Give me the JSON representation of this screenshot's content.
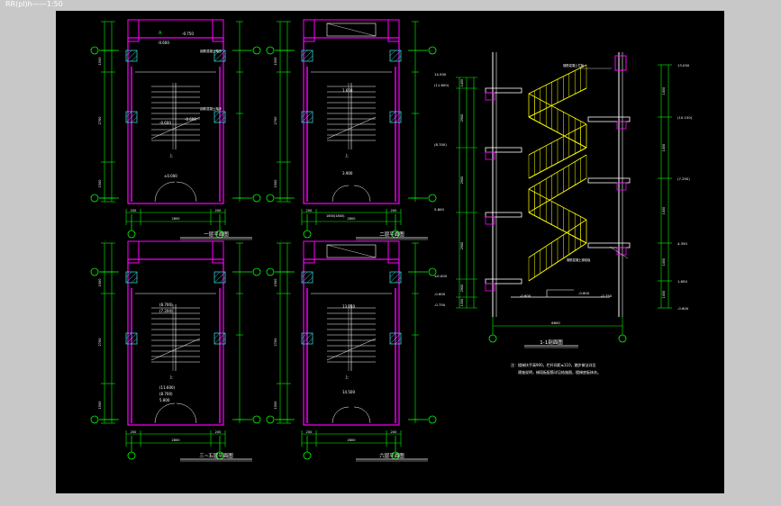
{
  "window": {
    "title": "RR(pl)h——1:50"
  },
  "colors": {
    "background": "#000000",
    "frame_bg": "#c8c8c8",
    "wall": "#ff00ff",
    "axis": "#00ff00",
    "dim": "#00ffff",
    "stair": "#ffff00",
    "text": "#ffffff",
    "hatch": "#33cccc"
  },
  "plans": {
    "p1": {
      "caption": "一层平面图",
      "elev_a": "-0.750",
      "elev_b": "-0.600",
      "elev_c": "-0.600",
      "elev_d": "±0.000",
      "elev_top": "-0.600",
      "axis_tag": "A",
      "dims": [
        "200",
        "2800",
        "200"
      ],
      "dims_v": [
        "1500",
        "2700",
        "1500"
      ],
      "note": "钢筋混凝土踏步"
    },
    "p2": {
      "caption": "二层平面图",
      "elev_a": "1.650",
      "elev_b": "3.900",
      "dims": [
        "200",
        "2800",
        "200"
      ],
      "dims_v": [
        "1500",
        "2700",
        "1500"
      ],
      "note_dim": "1650(1800)"
    },
    "p3": {
      "caption": "三~五层平面图",
      "elev_a": "(8.700)",
      "elev_a2": "(7.200)",
      "elev_b": "(11.600)",
      "elev_b2": "(8.700)",
      "elev_b3": "5.800",
      "dims": [
        "200",
        "2800",
        "200"
      ],
      "dims_v": [
        "1500",
        "2700",
        "1500"
      ]
    },
    "p4": {
      "caption": "六层平面图",
      "elev_a": "13.050",
      "elev_b": "14.500",
      "dims": [
        "200",
        "2800",
        "200"
      ],
      "dims_v": [
        "1500",
        "2700",
        "1500"
      ]
    }
  },
  "section": {
    "caption": "1-1剖面图",
    "levels_left": [
      "14.500",
      "(11.600)",
      "(8.700)",
      "5.800",
      "±0.000",
      "-0.600",
      "-0.750"
    ],
    "levels_right": [
      "13.050",
      "(10.150)",
      "(7.250)",
      "4.350",
      "1.650",
      "-0.600"
    ],
    "dims_left": [
      "1450",
      "2900",
      "2900",
      "2900",
      "2900",
      "1500"
    ],
    "dims_right": [
      "1450",
      "1450",
      "1450",
      "1450",
      "1450"
    ],
    "bottom_dim": "6600",
    "labels": [
      "-0.600",
      "-0.600",
      "-0.750"
    ],
    "leader_a": "钢筋混凝土栏板",
    "leader_b": "钢筋混凝土梯段板"
  },
  "notes": {
    "line1": "注：楼梯扶手高900，栏杆间距≤110，踏步做法详见",
    "line2": "建施说明，梯段板配筋详见结施图，楼梯底板抹灰。"
  }
}
